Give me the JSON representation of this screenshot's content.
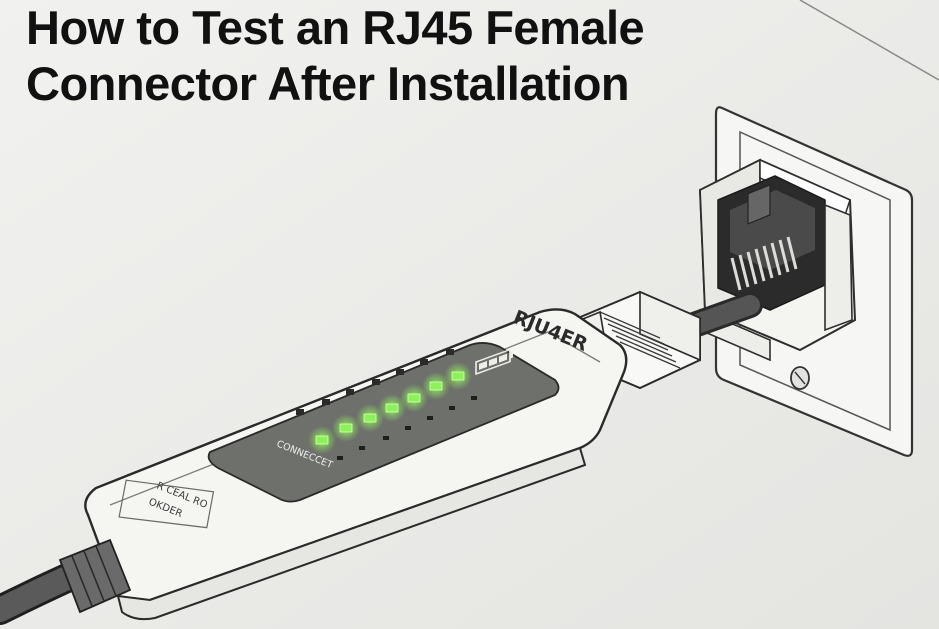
{
  "title": {
    "line1": "How to Test an RJ45 Female",
    "line2": "Connector After Installation"
  },
  "tester": {
    "model_label": "RJU4ER",
    "status_label": "CONNECCET",
    "bottom_label_line1": "R CEAL RO",
    "bottom_label_line2": "OKDER"
  },
  "colors": {
    "background": "#ececea",
    "title_text": "#111111",
    "tester_body": "#f5f5f2",
    "display_panel": "#6e706c",
    "led_on": "#8cf25a",
    "led_off": "#2a2a2a",
    "outline": "#3a3a3a",
    "cable": "#4a4a4a"
  }
}
